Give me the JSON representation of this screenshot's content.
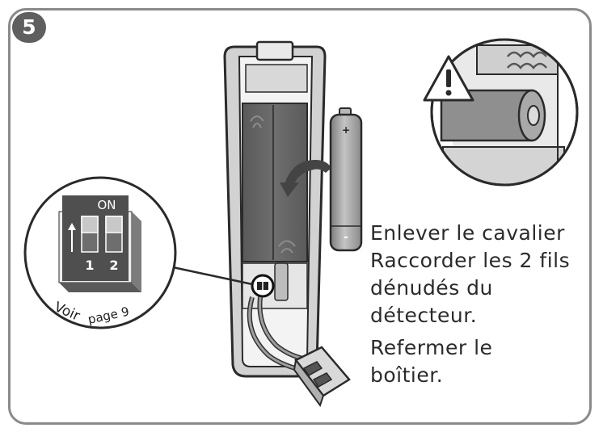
{
  "step": {
    "number": "5"
  },
  "dip_switch": {
    "on_label": "ON",
    "switch_1": "1",
    "switch_2": "2",
    "reference_prefix": "Voir",
    "reference_page": "page 9"
  },
  "battery": {
    "positive": "+",
    "negative": "-"
  },
  "instructions": {
    "remove_jumper": "Enlever le cavalier",
    "connect_line_1": "Raccorder les 2 fils",
    "connect_line_2": "dénudés du",
    "connect_line_3": "détecteur.",
    "close_line_1": "Refermer le",
    "close_line_2": "boîtier."
  },
  "colors": {
    "frame_border": "#8a8a8a",
    "badge": "#5f5f5f",
    "casing": "#c8c8c8",
    "battery": "#9a9a9a",
    "dark_gray": "#555555",
    "text": "#2b2b2b"
  },
  "icons": [
    "warning-icon",
    "rotate-arrow-icon",
    "up-arrow-icon"
  ]
}
